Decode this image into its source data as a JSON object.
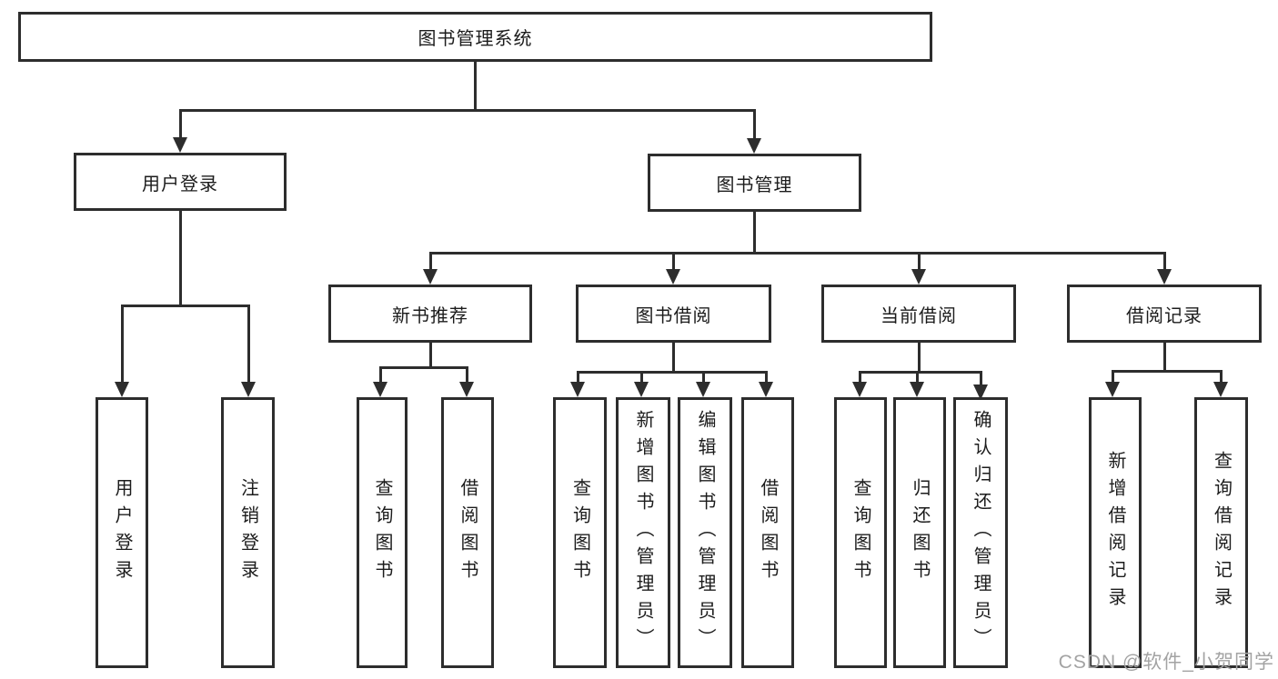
{
  "diagram": {
    "title": "图书管理系统",
    "nodes": [
      {
        "id": "root",
        "label": "图书管理系统",
        "level": 1,
        "parent": null
      },
      {
        "id": "user-login",
        "label": "用户登录",
        "level": 2,
        "parent": "root"
      },
      {
        "id": "book-mgmt",
        "label": "图书管理",
        "level": 2,
        "parent": "root"
      },
      {
        "id": "new-book-rec",
        "label": "新书推荐",
        "level": 3,
        "parent": "book-mgmt"
      },
      {
        "id": "book-borrow",
        "label": "图书借阅",
        "level": 3,
        "parent": "book-mgmt"
      },
      {
        "id": "current-borrow",
        "label": "当前借阅",
        "level": 3,
        "parent": "book-mgmt"
      },
      {
        "id": "borrow-records",
        "label": "借阅记录",
        "level": 3,
        "parent": "book-mgmt"
      },
      {
        "id": "user-login-leaf",
        "label": "用户登录",
        "level": 4,
        "parent": "user-login"
      },
      {
        "id": "logout-leaf",
        "label": "注销登录",
        "level": 4,
        "parent": "user-login"
      },
      {
        "id": "query-books-1",
        "label": "查询图书",
        "level": 4,
        "parent": "new-book-rec"
      },
      {
        "id": "borrow-books-1",
        "label": "借阅图书",
        "level": 4,
        "parent": "new-book-rec"
      },
      {
        "id": "query-books-2",
        "label": "查询图书",
        "level": 4,
        "parent": "book-borrow"
      },
      {
        "id": "add-books",
        "label": "新增图书（管理员）",
        "level": 4,
        "parent": "book-borrow"
      },
      {
        "id": "edit-books",
        "label": "编辑图书（管理员）",
        "level": 4,
        "parent": "book-borrow"
      },
      {
        "id": "borrow-books-2",
        "label": "借阅图书",
        "level": 4,
        "parent": "book-borrow"
      },
      {
        "id": "query-books-3",
        "label": "查询图书",
        "level": 4,
        "parent": "current-borrow"
      },
      {
        "id": "return-books",
        "label": "归还图书",
        "level": 4,
        "parent": "current-borrow"
      },
      {
        "id": "confirm-return",
        "label": "确认归还（管理员）",
        "level": 4,
        "parent": "current-borrow"
      },
      {
        "id": "add-borrow-record",
        "label": "新增借阅记录",
        "level": 4,
        "parent": "borrow-records"
      },
      {
        "id": "query-borrow-record",
        "label": "查询借阅记录",
        "level": 4,
        "parent": "borrow-records"
      }
    ],
    "line_color": "#2d2d2d",
    "box_background": "#ffffff",
    "text_color": "#1c1c1c"
  },
  "watermark": {
    "text": "CSDN @软件_小贺同学",
    "color": "#a3a3a3"
  }
}
